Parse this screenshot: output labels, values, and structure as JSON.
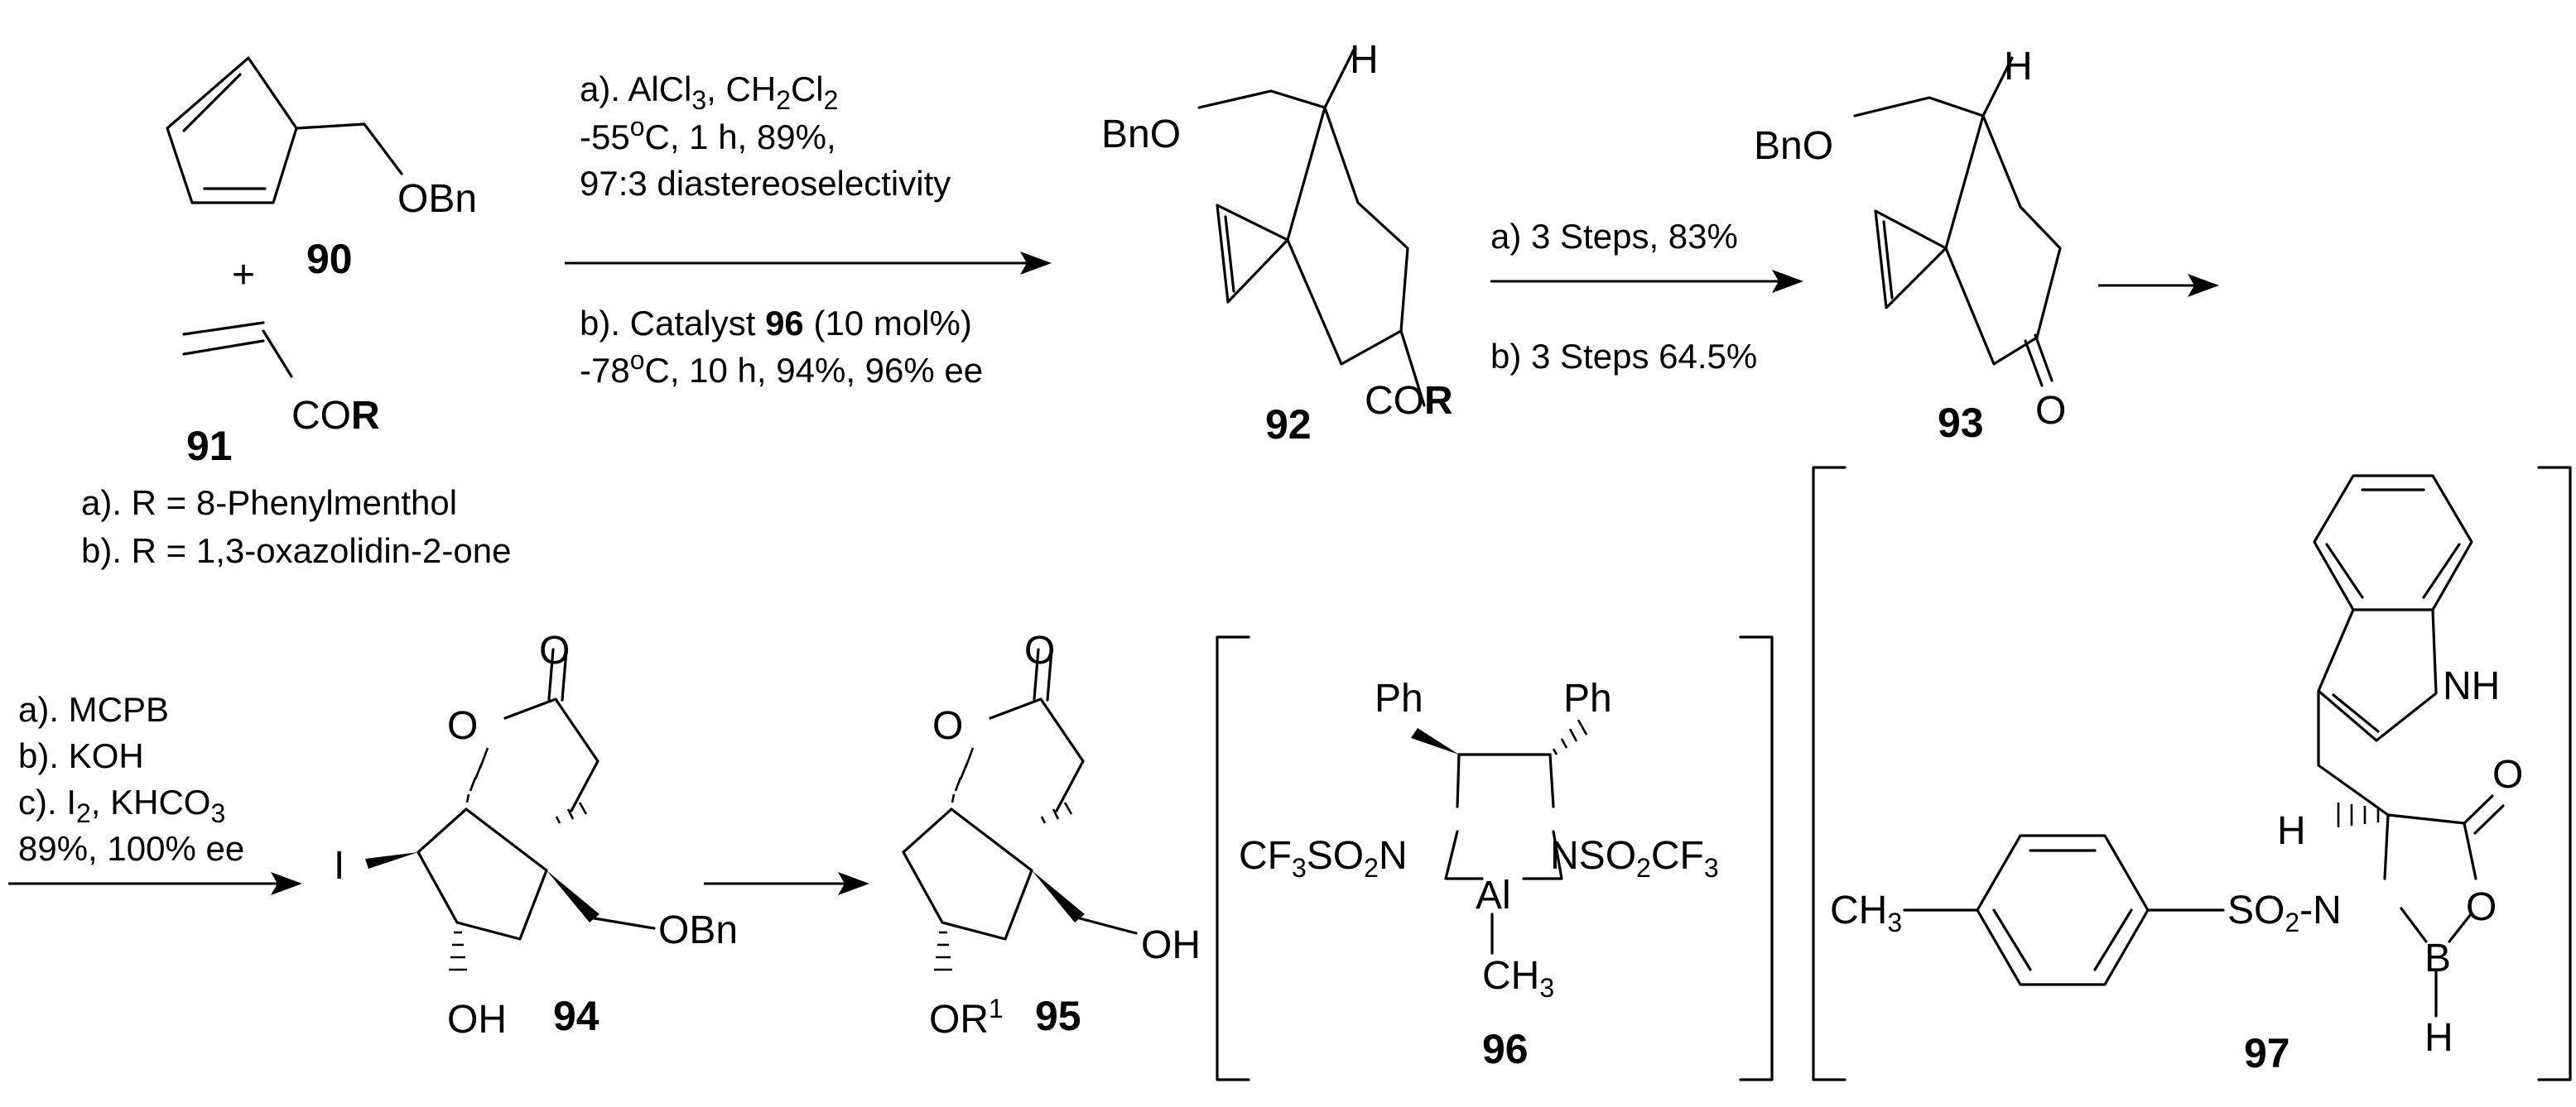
{
  "compounds": {
    "c90": {
      "number": "90",
      "obn": "OBn"
    },
    "plus": "+",
    "c91": {
      "number": "91",
      "co": "CO",
      "r": "R"
    },
    "r_defs": [
      "a). R = 8-Phenylmenthol",
      "b). R = 1,3-oxazolidin-2-one"
    ],
    "c92": {
      "number": "92",
      "bno": "BnO",
      "h": "H",
      "co": "CO",
      "r": "R"
    },
    "c93": {
      "number": "93",
      "bno": "BnO",
      "h": "H",
      "o": "O"
    },
    "c94": {
      "number": "94",
      "o_carbonyl": "O",
      "o_ring": "O",
      "i": "I",
      "oh": "OH",
      "obn": "OBn"
    },
    "c95": {
      "number": "95",
      "o_carbonyl": "O",
      "o_ring": "O",
      "or": "OR",
      "or_sup": "1",
      "oh": "OH"
    },
    "c96": {
      "number": "96",
      "ph": "Ph",
      "n": "N",
      "al": "Al",
      "so2": "SO",
      "so2_sub": "2",
      "cf": "CF",
      "cf_sub": "3",
      "ch": "CH",
      "ch_sub": "3"
    },
    "c97": {
      "number": "97",
      "nh": "NH",
      "h": "H",
      "o": "O",
      "so": "SO",
      "so_sub": "2",
      "n": "N",
      "b": "B",
      "ch": "CH",
      "ch_sub": "3",
      "dash": "-"
    }
  },
  "step1": {
    "a_prefix": "a). AlCl",
    "a_sub1": "3",
    "a_mid": ", CH",
    "a_sub2": "2",
    "a_mid2": "Cl",
    "a_sub3": "2",
    "a_line2_temp": "-55",
    "deg_o": "o",
    "a_line2_rest": "C, 1 h, 89%,",
    "a_line3": "97:3 diastereoselectivity",
    "b_prefix": "b). Catalyst ",
    "b_bold": "96",
    "b_suffix": " (10 mol%)",
    "b_line2_temp": "-78",
    "b_line2_rest": "C, 10 h, 94%, 96% ee"
  },
  "step2": {
    "a": "a) 3 Steps, 83%",
    "b": "b) 3 Steps 64.5%"
  },
  "step3": {
    "a": "a). MCPB",
    "b": "b). KOH",
    "c_prefix": "c). I",
    "c_sub": "2",
    "c_mid": ", KHCO",
    "c_sub2": "3",
    "d": "89%, 100% ee"
  }
}
